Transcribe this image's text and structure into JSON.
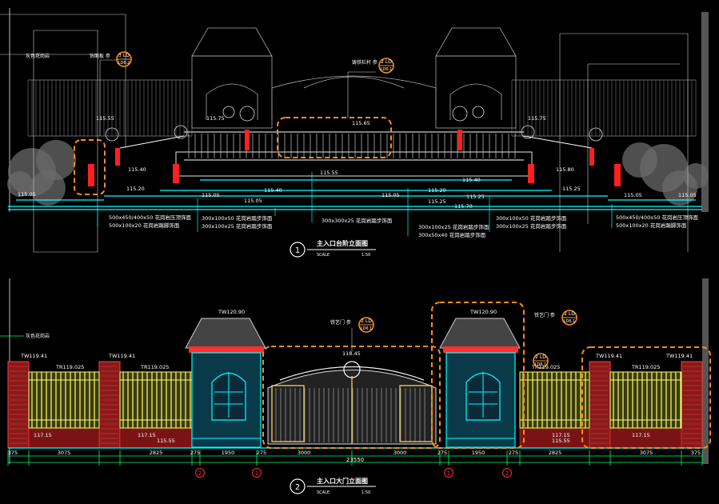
{
  "elevation1": {
    "title": "主入口台阶立面图",
    "number": "1",
    "scale_label": "SCALE",
    "scale_value": "1:50",
    "top_note": "灰色花岗岩",
    "callouts": [
      {
        "label": "饰面板 参",
        "ref_top": "3 LD",
        "ref_bottom": "LD6.2"
      },
      {
        "label": "铸铁栏杆 参",
        "ref_top": "2 LD",
        "ref_bottom": "LD6.1"
      }
    ],
    "elevations": [
      "115.75",
      "115.75",
      "115.55",
      "115.40",
      "115.05",
      "115.05",
      "115.20",
      "115.05",
      "115.05",
      "115.20",
      "115.05",
      "115.65",
      "115.40",
      "115.80",
      "115.40",
      "115.25",
      "115.25",
      "115.55",
      "115.70",
      "115.25",
      "115.05"
    ],
    "notes_left": [
      "500x450/400x50 花岗岩压顶饰面",
      "500x100x20 花岗岩踢脚饰面"
    ],
    "notes_mid_left": [
      "300x100x50 花岗岩踏步饰面",
      "300x100x25 花岗岩踏步饰面"
    ],
    "notes_center": [
      "300x300x25 花岗岩踏步饰面",
      "300x100x25 花岗岩踏步饰面",
      "300x50x40 花岗岩踏步饰面"
    ],
    "notes_mid_right": [
      "300x100x50 花岗岩踏步饰面",
      "300x100x25 花岗岩踏步饰面"
    ],
    "notes_right": [
      "500x450/400x50 花岗岩压顶饰面",
      "500x100x20 花岗岩踢脚饰面"
    ]
  },
  "elevation2": {
    "title": "主入口大门立面图",
    "number": "2",
    "scale_label": "SCALE",
    "scale_value": "1:50",
    "left_note": "灰色花岗岩",
    "gate_callout": {
      "label": "铁艺门 参",
      "ref_top": "2 LD",
      "ref_bottom": "LD6.1"
    },
    "guard_callout": {
      "label": "铁艺门 参",
      "ref_top": "2 LD",
      "ref_bottom": "LD6.1"
    },
    "fence_callout": {
      "ref_top": "2 LD",
      "ref_bottom": "LD6.1"
    },
    "levels": {
      "tw_left1": "TW119.41",
      "tw_left2": "TW119.41",
      "tr_left1": "TR119.025",
      "tr_left2": "TR119.025",
      "tw_house_left": "TW120.90",
      "tw_house_right": "TW120.90",
      "gate_top": "118.45",
      "tr_right1": "TR119.025",
      "tr_right2": "TR119.025",
      "tw_right1": "TW119.41",
      "tw_right2": "TW119.41",
      "ground_left1": "117.15",
      "ground_left2": "117.15",
      "ground_left3": "115.55",
      "ground_right1": "117.15",
      "ground_right2": "115.55",
      "ground_right3": "117.15"
    },
    "dimensions": [
      "375",
      "3075",
      "2825",
      "275",
      "1950",
      "275",
      "3000",
      "3000",
      "275",
      "1950",
      "275",
      "2825",
      "3075",
      "375"
    ],
    "total_dimension": "23550",
    "grid_markers": [
      "2",
      "1",
      "1",
      "2"
    ]
  },
  "colors": {
    "background": "#000000",
    "line_white": "#ffffff",
    "cyan": "#00ffff",
    "red": "#ff2020",
    "orange_highlight": "#ff8c1a",
    "yellow_fence": "#ffff66",
    "grey_foliage": "#9a9a9a"
  }
}
